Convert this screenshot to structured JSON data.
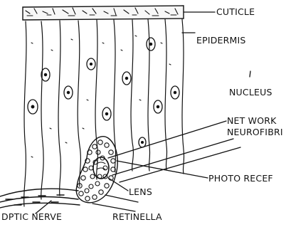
{
  "labels": {
    "cuticle": "CUTICLE",
    "epidermis": "EPIDERMIS",
    "nucleus": "NUCLEUS",
    "network_line1": "NET WORK",
    "network_line2": "NEUROFIBRI",
    "photo_receptor": "PHOTO RECEF",
    "lens": "LENS",
    "optic_nerve": "DPTIC NERVE",
    "retinella": "RETINELLA"
  },
  "colors": {
    "ink": "#111111",
    "paper": "#ffffff"
  }
}
